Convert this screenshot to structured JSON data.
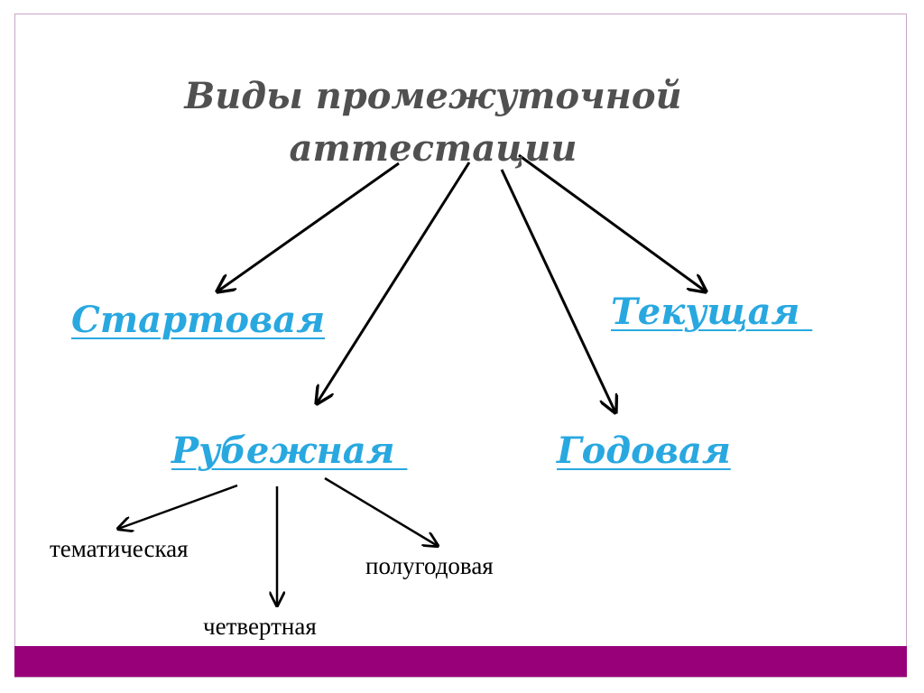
{
  "title": {
    "line1": "Виды промежуточной",
    "line2": "аттестации"
  },
  "types": {
    "starting": "Стартовая",
    "current": "Текущая ",
    "milestone": "Рубежная ",
    "annual": "Годовая"
  },
  "milestone_subtypes": {
    "thematic": "тематическая",
    "quarterly": "четвертная",
    "semiannual": "полугодовая"
  },
  "colors": {
    "title": "#505050",
    "node": "#29a8e0",
    "bar": "#98007a",
    "arrow": "#000000"
  }
}
